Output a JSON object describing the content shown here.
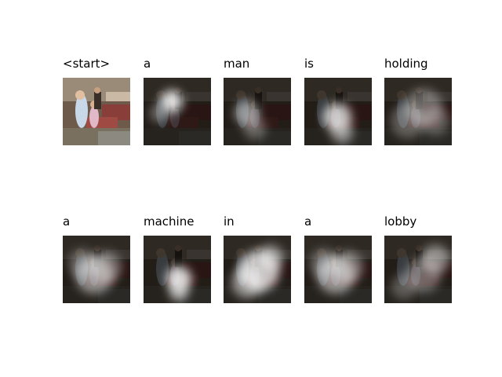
{
  "figure": {
    "panels": [
      {
        "word": "<start>",
        "kind": "photo"
      },
      {
        "word": "a",
        "kind": "attention",
        "focus": "upper-left",
        "intensity": 0.85
      },
      {
        "word": "man",
        "kind": "attention",
        "focus": "center-left",
        "intensity": 0.6
      },
      {
        "word": "is",
        "kind": "attention",
        "focus": "center-lower",
        "intensity": 0.8
      },
      {
        "word": "holding",
        "kind": "attention",
        "focus": "diffuse-right",
        "intensity": 0.55
      },
      {
        "word": "a",
        "kind": "attention",
        "focus": "diffuse-center",
        "intensity": 0.7
      },
      {
        "word": "machine",
        "kind": "attention",
        "focus": "lower-center",
        "intensity": 0.85
      },
      {
        "word": "in",
        "kind": "attention",
        "focus": "diffuse-bright",
        "intensity": 0.8
      },
      {
        "word": "a",
        "kind": "attention",
        "focus": "diffuse-center",
        "intensity": 0.75
      },
      {
        "word": "lobby",
        "kind": "attention",
        "focus": "right-upper",
        "intensity": 0.65
      }
    ]
  }
}
